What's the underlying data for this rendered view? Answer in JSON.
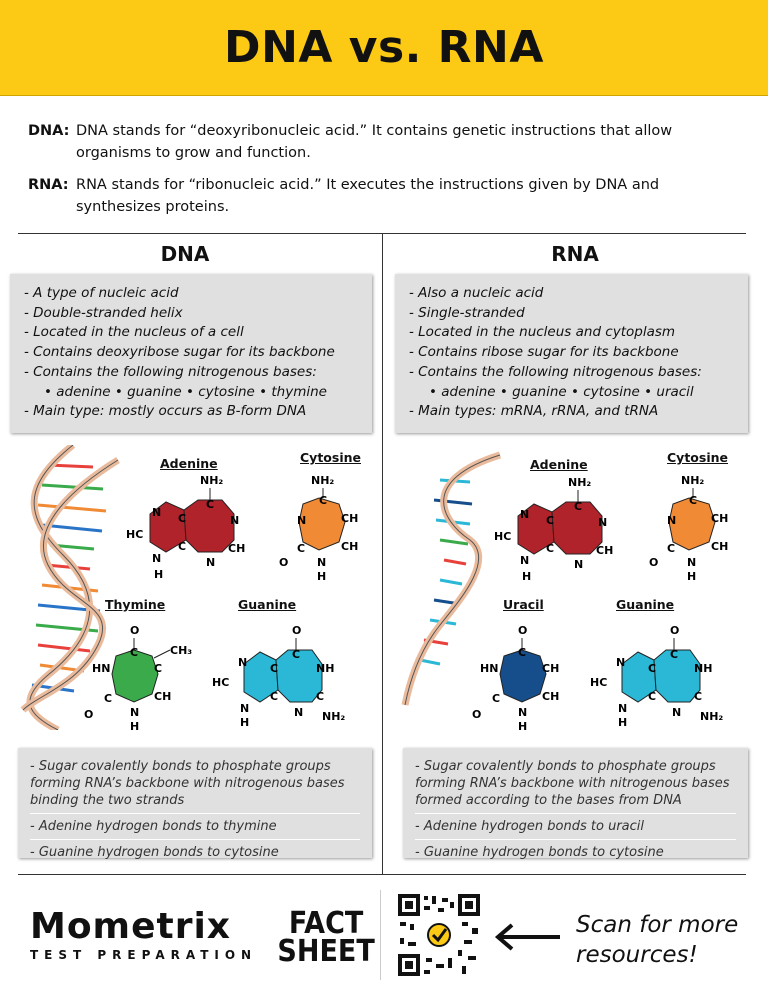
{
  "title": "DNA vs. RNA",
  "definitions": [
    {
      "term": "DNA:",
      "text": "DNA stands for “deoxyribonucleic acid.” It contains genetic instructions that allow organisms to grow and function."
    },
    {
      "term": "RNA:",
      "text": "RNA stands for “ribonucleic acid.” It executes the instructions given by DNA and synthesizes proteins."
    }
  ],
  "dna": {
    "heading": "DNA",
    "facts": [
      "- A type of nucleic acid",
      "- Double-stranded helix",
      "- Located in the nucleus of a cell",
      "- Contains deoxyribose sugar for its backbone",
      "- Contains the following nitrogenous bases:",
      "• adenine  • guanine  • cytosine  • thymine",
      "- Main type: mostly occurs as B-form DNA"
    ],
    "molecules": [
      "Adenine",
      "Cytosine",
      "Thymine",
      "Guanine"
    ],
    "bonds": [
      "- Sugar covalently bonds to phosphate groups forming RNA’s backbone with nitrogenous bases binding the two strands",
      "- Adenine hydrogen bonds to thymine",
      "- Guanine hydrogen bonds to cytosine"
    ]
  },
  "rna": {
    "heading": "RNA",
    "facts": [
      "- Also a nucleic acid",
      "- Single-stranded",
      "- Located in the nucleus and cytoplasm",
      "- Contains ribose sugar for its backbone",
      "- Contains the following nitrogenous bases:",
      "• adenine  • guanine  • cytosine  • uracil",
      "- Main types: mRNA, rRNA, and tRNA"
    ],
    "molecules": [
      "Adenine",
      "Cytosine",
      "Uracil",
      "Guanine"
    ],
    "bonds": [
      "- Sugar covalently bonds to phosphate groups forming RNA’s backbone with nitrogenous bases formed according to the bases from DNA",
      "- Adenine hydrogen bonds to uracil",
      "- Guanine hydrogen bonds to cytosine"
    ]
  },
  "footer": {
    "logo": "Mometrix",
    "logo_sub": "TEST PREPARATION",
    "fact_line1": "FACT",
    "fact_line2": "SHEET",
    "scan_line1": "Scan for more",
    "scan_line2": "resources!"
  },
  "atoms": {
    "nh2": "NH₂",
    "ch3": "CH₃",
    "n": "N",
    "c": "C",
    "ch": "CH",
    "hc": "HC",
    "h": "H",
    "o": "O",
    "hn": "HN",
    "nh": "NH"
  },
  "colors": {
    "banner": "#fcc915",
    "adenine": "#b0232a",
    "cytosine": "#f08a35",
    "thymine": "#3aaa4a",
    "guanine": "#2ab8d6",
    "uracil": "#154e8a"
  }
}
